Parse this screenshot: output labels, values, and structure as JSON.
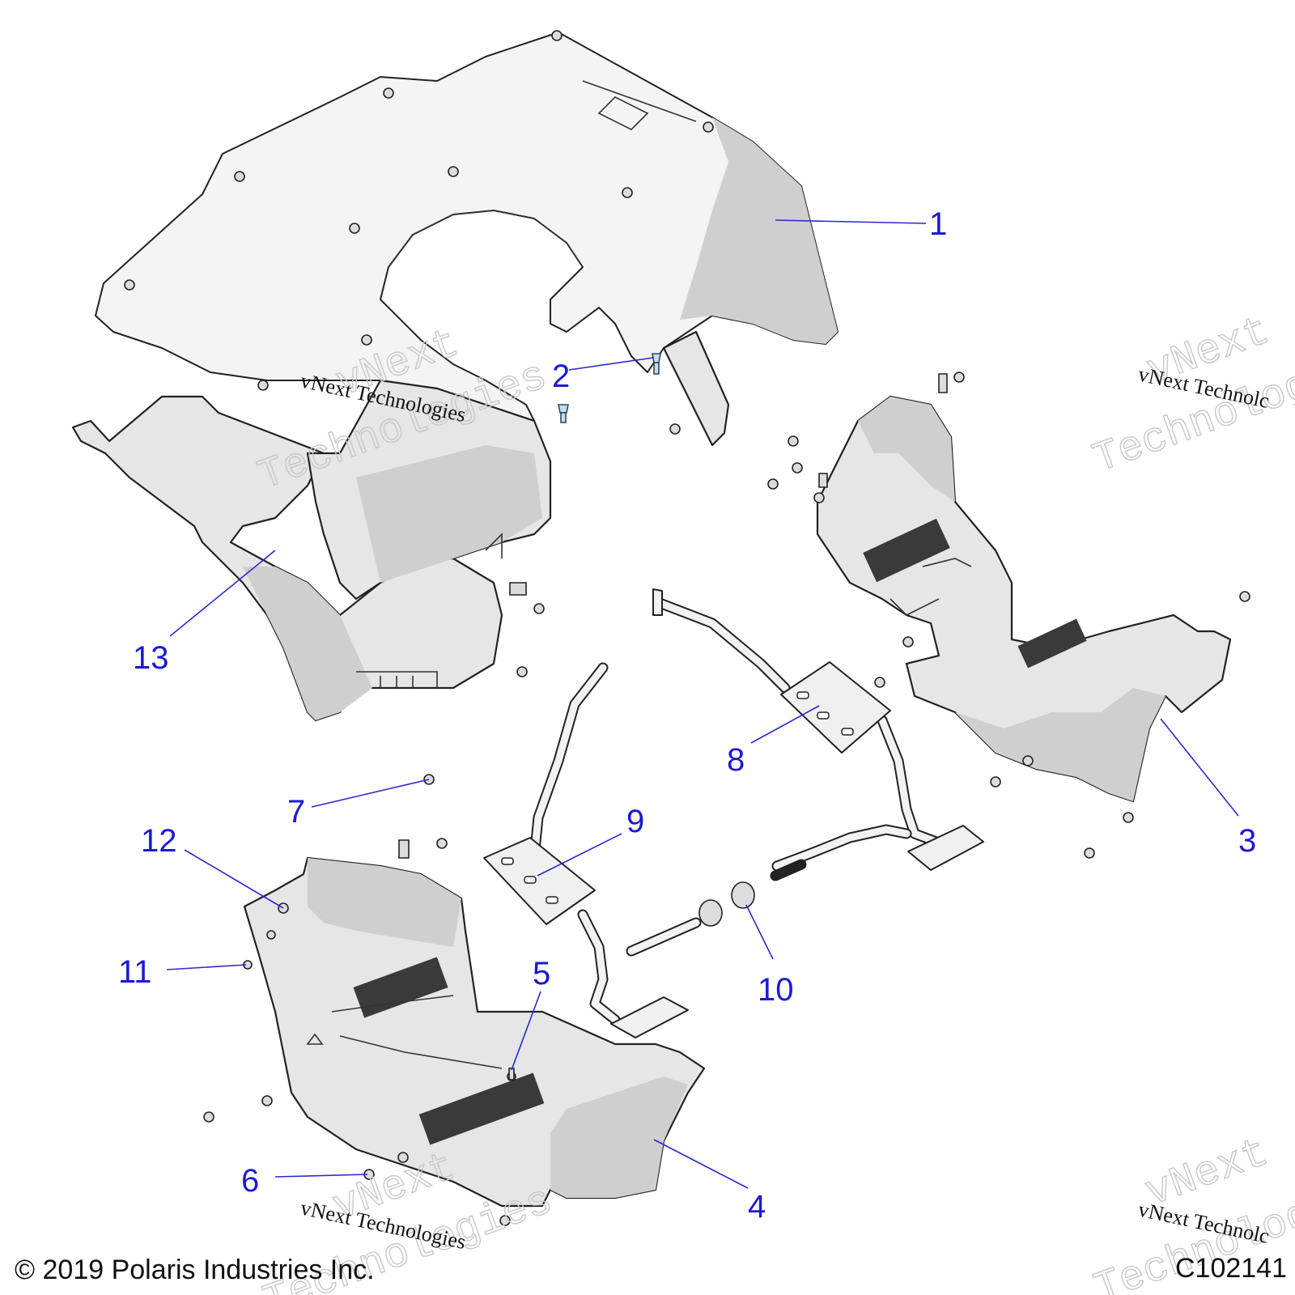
{
  "callouts": [
    {
      "id": "1",
      "label": "1"
    },
    {
      "id": "2",
      "label": "2"
    },
    {
      "id": "3",
      "label": "3"
    },
    {
      "id": "4",
      "label": "4"
    },
    {
      "id": "5",
      "label": "5"
    },
    {
      "id": "6",
      "label": "6"
    },
    {
      "id": "7",
      "label": "7"
    },
    {
      "id": "8",
      "label": "8"
    },
    {
      "id": "9",
      "label": "9"
    },
    {
      "id": "10",
      "label": "10"
    },
    {
      "id": "11",
      "label": "11"
    },
    {
      "id": "12",
      "label": "12"
    },
    {
      "id": "13",
      "label": "13"
    }
  ],
  "watermark": {
    "brand": "vNext",
    "company": "Technologies",
    "full": "vNext Technologies",
    "partial": "vNext Technolc"
  },
  "footer": {
    "copyright": "© 2019 Polaris Industries Inc.",
    "diagram_code": "C102141"
  },
  "colors": {
    "callout": "#1a1ad6",
    "line": "#222222",
    "part_fill": "#e6e6e6"
  }
}
